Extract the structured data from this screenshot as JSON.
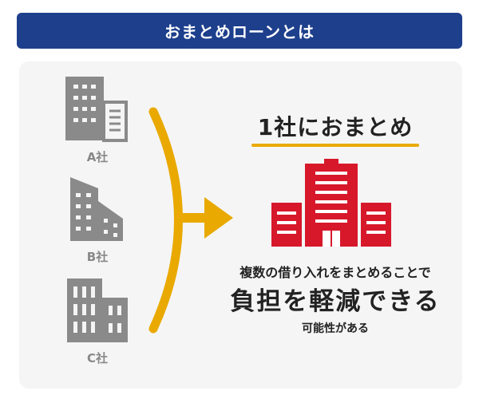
{
  "header": {
    "title": "おまとめローンとは"
  },
  "companies": [
    {
      "label": "A社",
      "icon": "office-building-icon"
    },
    {
      "label": "B社",
      "icon": "slanted-building-icon"
    },
    {
      "label": "C社",
      "icon": "tall-building-icon"
    }
  ],
  "result": {
    "heading": "1社におまとめ",
    "icon": "company-building-icon",
    "line1": "複数の借り入れをまとめることで",
    "line2": "負担を軽減できる",
    "line3": "可能性がある"
  },
  "colors": {
    "header_bg": "#1d3f8c",
    "accent_yellow": "#e9a900",
    "company_red": "#d7182a",
    "building_gray": "#8a8a8a"
  }
}
